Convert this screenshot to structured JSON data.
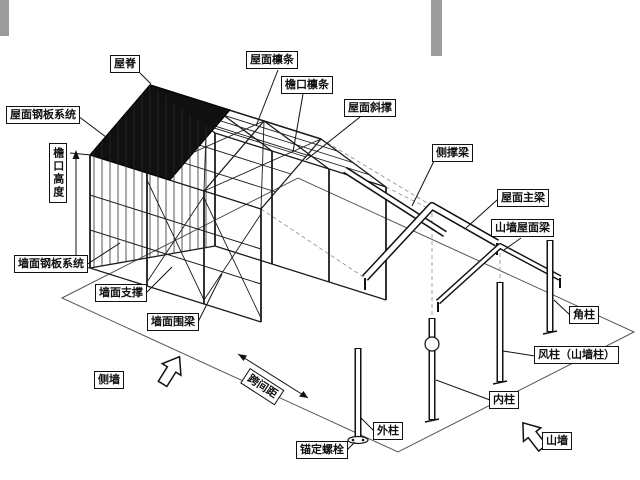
{
  "labels": {
    "roof_panel_system": "屋面钢板系统",
    "ridge": "屋脊",
    "roof_purlin": "屋面檩条",
    "eave_purlin": "檐口檩条",
    "roof_bracing": "屋面斜撑",
    "side_strut_beam": "侧撑梁",
    "roof_main_beam": "屋面主梁",
    "gable_roof_beam": "山墙屋面梁",
    "corner_column": "角柱",
    "wind_column": "风柱（山墙柱）",
    "inner_column": "内柱",
    "outer_column": "外柱",
    "anchor_bolt": "锚定螺栓",
    "wall_panel_system": "墙面钢板系统",
    "wall_bracing": "墙面支撑",
    "wall_girt": "墙面围梁",
    "eave_height": "檐口高度",
    "span_spacing": "跨间距",
    "side_wall": "侧墙",
    "gable_wall": "山墙"
  },
  "colors": {
    "background": "#ffffff",
    "line": "#1c1c1c",
    "panel_fill": "#101010",
    "scrollbar_gray": "#9c9c9c"
  }
}
